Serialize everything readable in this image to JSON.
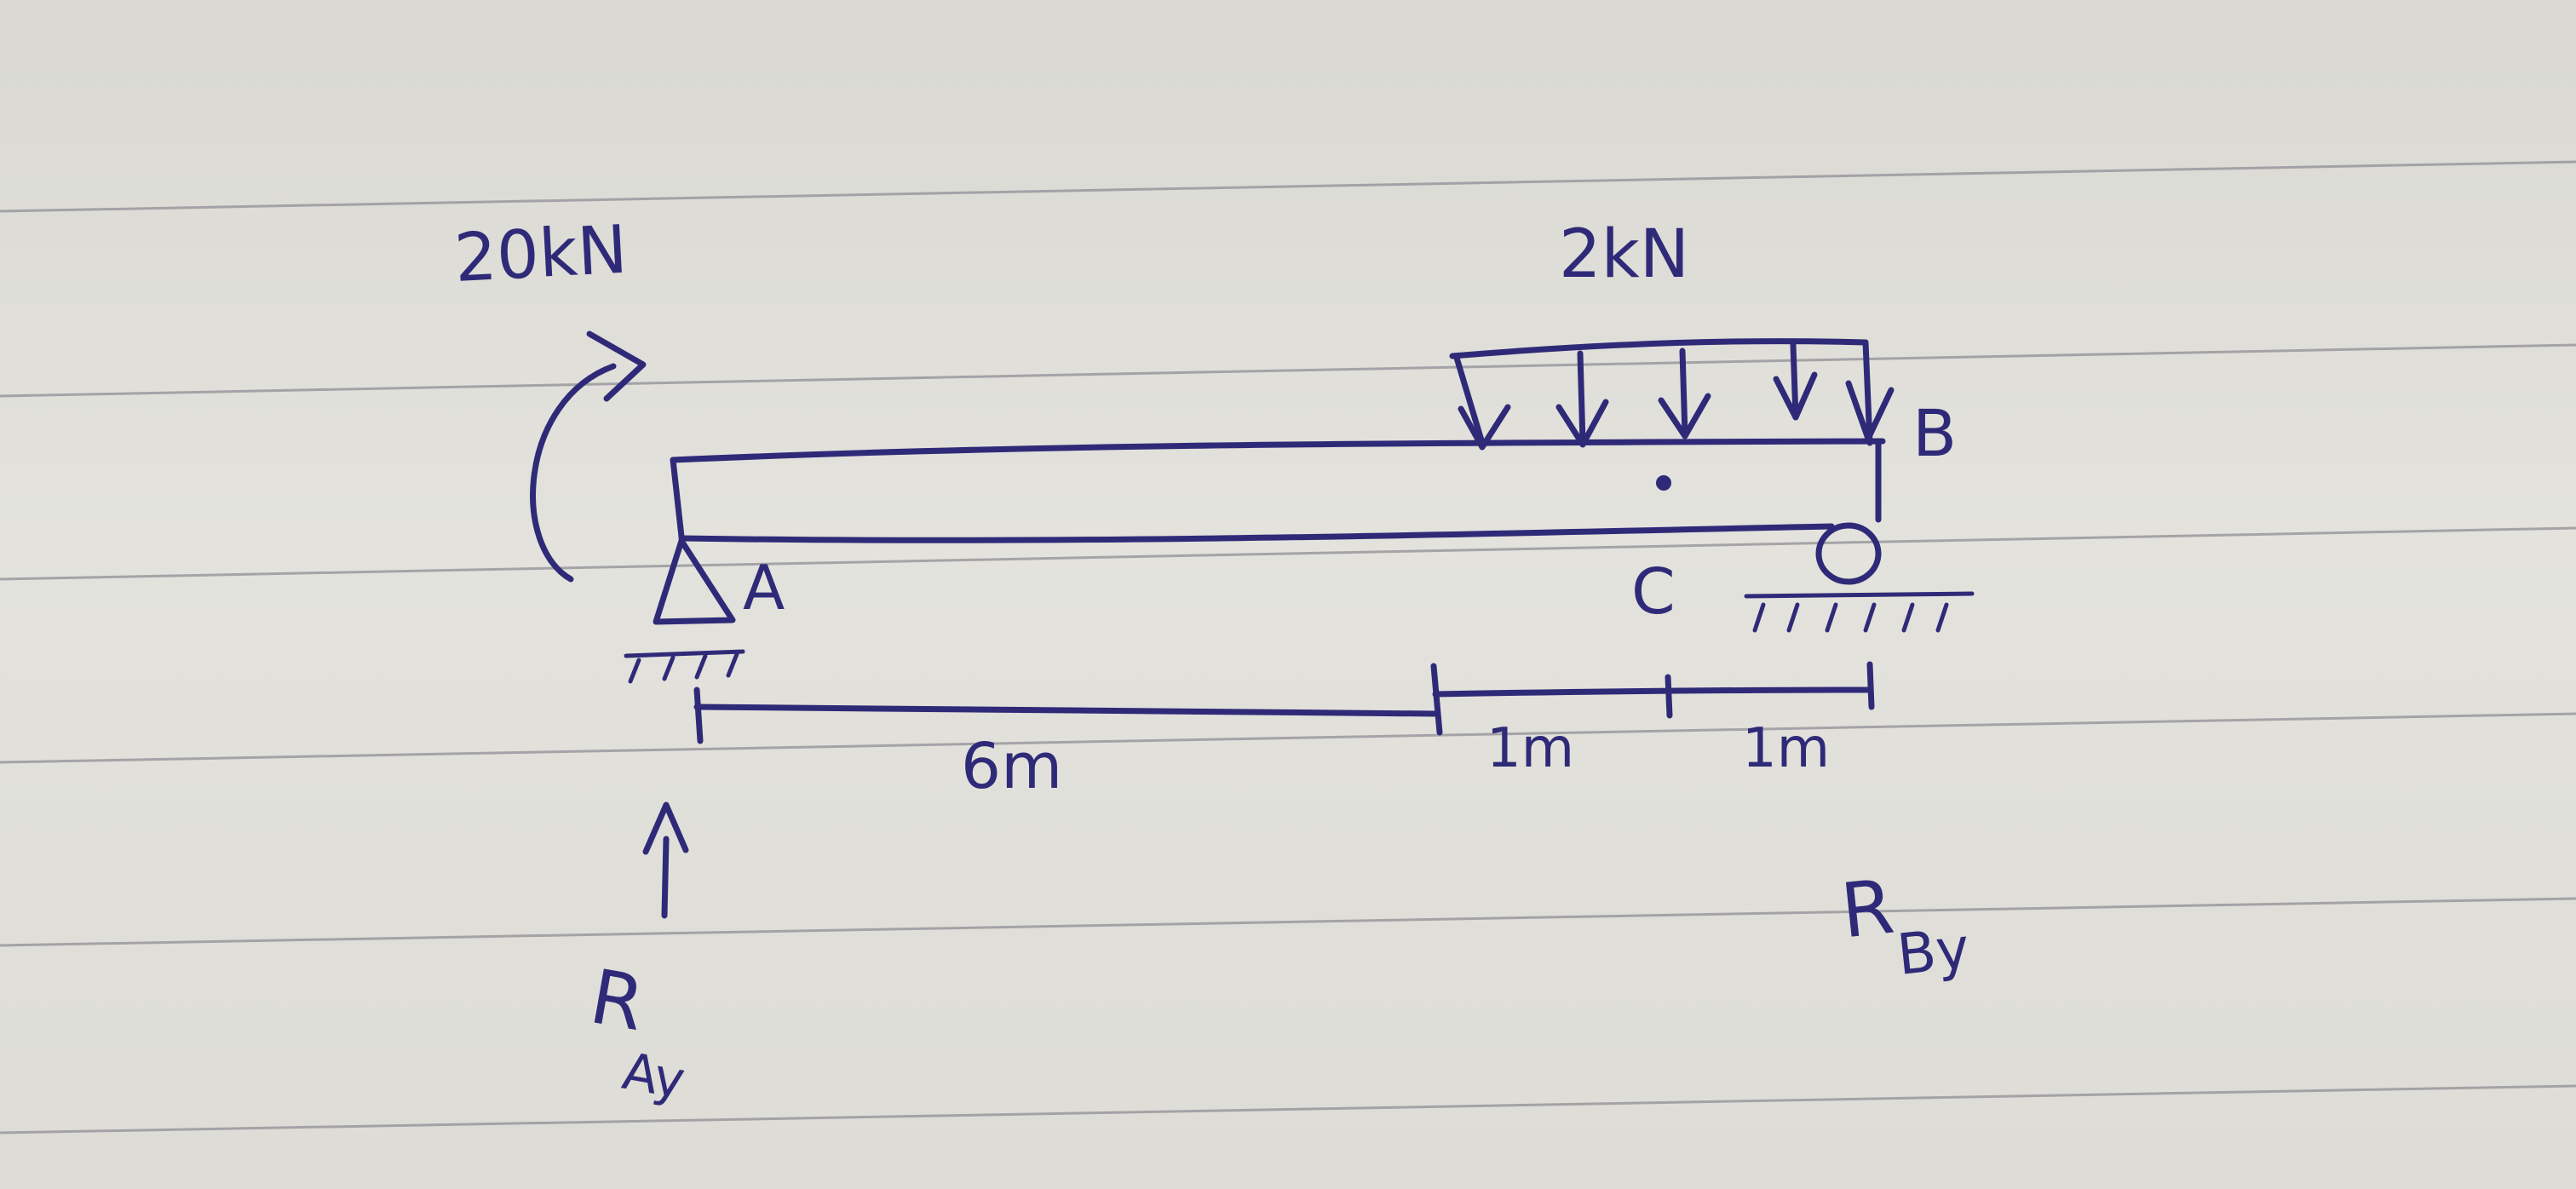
{
  "diagram": {
    "moment_load": "20kN",
    "distributed_load": "2kN",
    "point_a": "A",
    "point_b": "B",
    "point_c": "C",
    "dim_1": "6m",
    "dim_2": "1m",
    "dim_3": "1m",
    "reaction_a": {
      "main": "R",
      "sub": "Ay"
    },
    "reaction_b": {
      "main": "R",
      "sub": "By"
    }
  },
  "colors": {
    "ink": "#2f2a78",
    "paper": "#e0dfd9",
    "rule": "#8f8f96"
  }
}
